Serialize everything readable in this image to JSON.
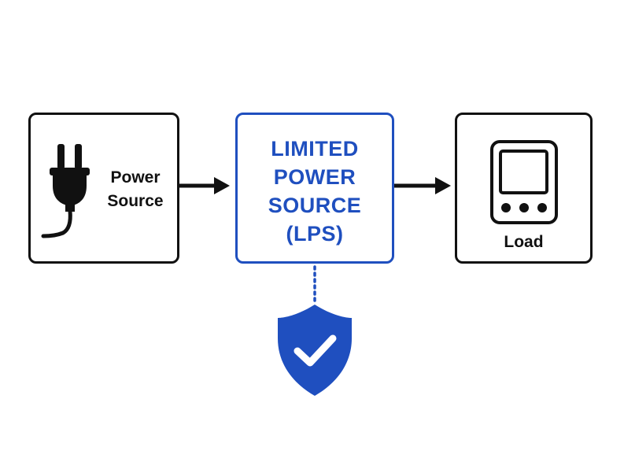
{
  "diagram": {
    "source": {
      "label_lines": [
        "Power",
        "Source"
      ],
      "icon": "plug-icon"
    },
    "lps": {
      "label_lines": [
        "LIMITED",
        "POWER",
        "SOURCE",
        "(LPS)"
      ]
    },
    "load": {
      "label": "Load",
      "icon": "device-icon"
    },
    "protection": {
      "icon": "shield-check-icon"
    }
  },
  "colors": {
    "accent": "#1f4fbf",
    "stroke": "#111111",
    "background": "#ffffff",
    "check": "#ffffff"
  }
}
